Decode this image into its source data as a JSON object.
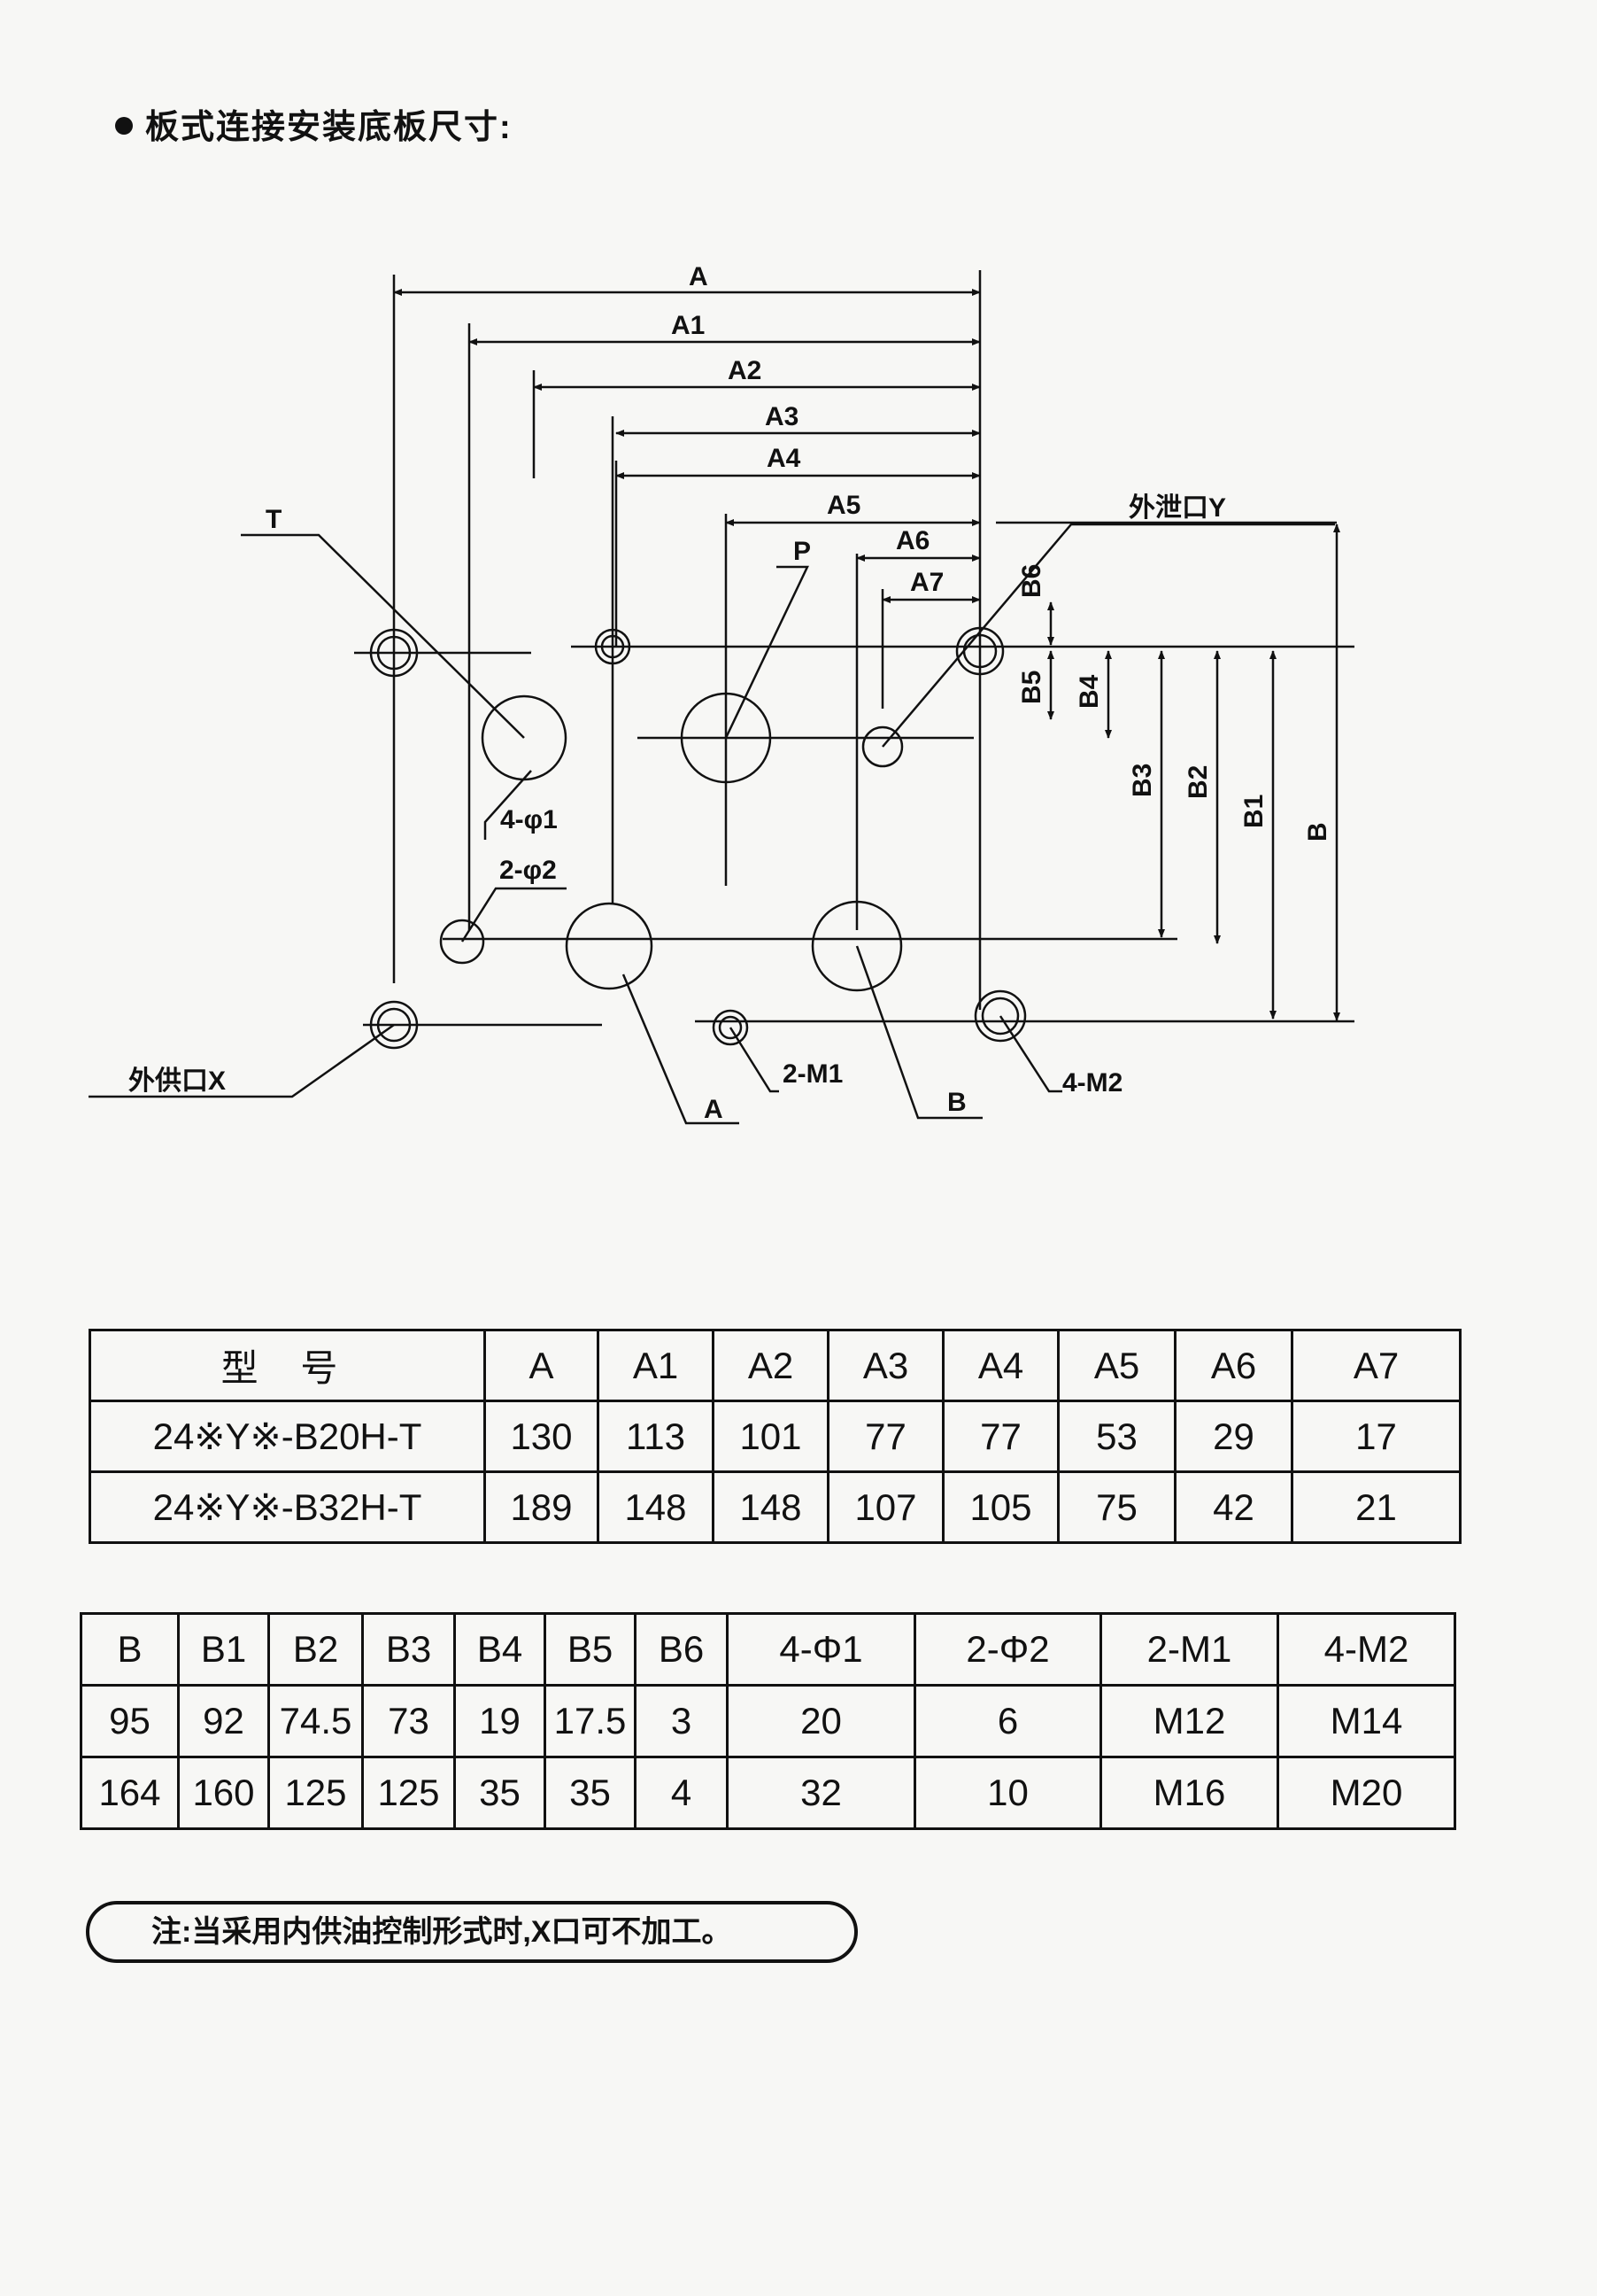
{
  "heading": "板式连接安装底板尺寸:",
  "drawing": {
    "labels": {
      "A": "A",
      "A1": "A1",
      "A2": "A2",
      "A3": "A3",
      "A4": "A4",
      "A5": "A5",
      "A6": "A6",
      "A7": "A7",
      "B": "B",
      "B1": "B1",
      "B2": "B2",
      "B3": "B3",
      "B4": "B4",
      "B5": "B5",
      "B6": "B6",
      "T": "T",
      "P": "P",
      "port_A": "A",
      "port_B": "B",
      "drain_Y": "外泄口Y",
      "supply_X": "外供口X",
      "phi1": "4-φ1",
      "phi2": "2-φ2",
      "m1": "2-M1",
      "m2": "4-M2"
    }
  },
  "table1": {
    "header": [
      "型 号",
      "A",
      "A1",
      "A2",
      "A3",
      "A4",
      "A5",
      "A6",
      "A7"
    ],
    "rows": [
      [
        "24※Y※-B20H-T",
        "130",
        "113",
        "101",
        "77",
        "77",
        "53",
        "29",
        "17"
      ],
      [
        "24※Y※-B32H-T",
        "189",
        "148",
        "148",
        "107",
        "105",
        "75",
        "42",
        "21"
      ]
    ]
  },
  "table2": {
    "header": [
      "B",
      "B1",
      "B2",
      "B3",
      "B4",
      "B5",
      "B6",
      "4-Φ1",
      "2-Φ2",
      "2-M1",
      "4-M2"
    ],
    "rows": [
      [
        "95",
        "92",
        "74.5",
        "73",
        "19",
        "17.5",
        "3",
        "20",
        "6",
        "M12",
        "M14"
      ],
      [
        "164",
        "160",
        "125",
        "125",
        "35",
        "35",
        "4",
        "32",
        "10",
        "M16",
        "M20"
      ]
    ]
  },
  "note": "注:当采用内供油控制形式时,X口可不加工。"
}
